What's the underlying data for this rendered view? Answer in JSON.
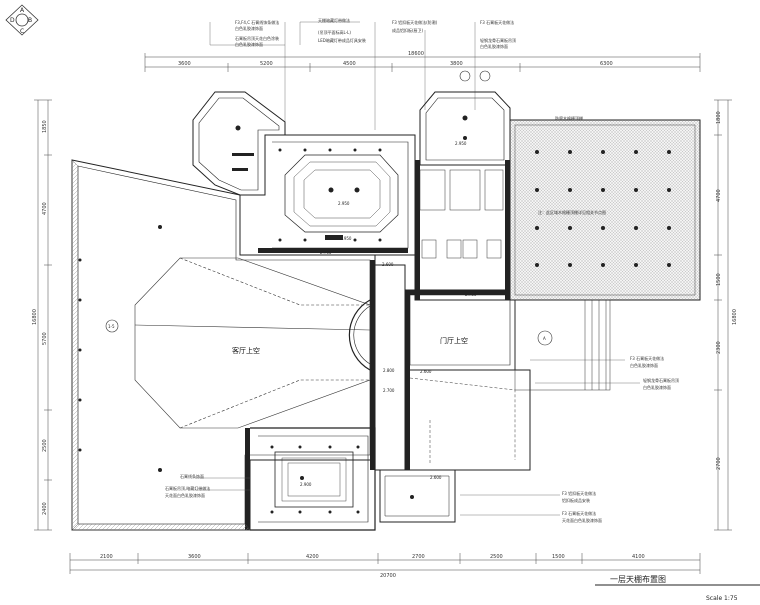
{
  "compass": {
    "labels": [
      "A",
      "B",
      "C",
      "D"
    ]
  },
  "top_dims": [
    "3600",
    "5200",
    "4500",
    "3800",
    "6300"
  ],
  "top_total": "18600",
  "bottom_dims": [
    "2100",
    "3600",
    "4200",
    "2700",
    "2500",
    "1500",
    "4100"
  ],
  "bottom_total": "20700",
  "left_dims": [
    "1850",
    "4700",
    "5700",
    "2500",
    "2400"
  ],
  "left_total": "16800",
  "right_dims": [
    "1800",
    "4700",
    "1500",
    "2300",
    "2700"
  ],
  "right_total": "16800",
  "rooms": {
    "living": "客厅上空",
    "foyer": "门厅上空"
  },
  "top_notes": [
    [
      "F3,F4,C 石膏线饰条做法",
      "白色乳胶漆饰面",
      "石膏板吊顶天花白色涂装",
      "白色乳胶漆饰面"
    ],
    [
      "天棚暗藏灯带做法",
      "(吊顶平面标高L-L)",
      "LED暗藏灯带成品灯具安装"
    ],
    [
      "F3 铝扣板天花做法(防潮)",
      "成品铝扣板(厨卫)"
    ],
    [
      "F3 石膏板天花做法",
      "轻钢龙骨石膏板吊顶",
      "白色乳胶漆饰面"
    ]
  ],
  "side_notes": {
    "terrace": "防腐木格栅顶棚",
    "terrace2": "注：此区域木格栅顶棚详见相关节点图",
    "right1": [
      "F3 石膏板天花做法",
      "白色乳胶漆饰面"
    ],
    "right2": [
      "轻钢龙骨石膏板吊顶",
      "白色乳胶漆饰面"
    ],
    "lower_left": [
      "石膏线条饰面",
      "石膏板吊顶,暗藏灯带做法",
      "天花面白色乳胶漆饰面"
    ],
    "lower_right": [
      "F3 铝扣板天花做法",
      "铝扣板成品安装",
      "F3 石膏板天花做法",
      "天花面白色乳胶漆饰面"
    ]
  },
  "levels": [
    "2.950",
    "2.950",
    "2.700",
    "2.950",
    "2.800",
    "2.700",
    "2.750",
    "2.600",
    "2.600",
    "2.900",
    "2.600"
  ],
  "grid_bubbles": {
    "left": "1-5",
    "right": "A"
  },
  "title": "一层天棚布置图",
  "scale": "Scale 1:75"
}
